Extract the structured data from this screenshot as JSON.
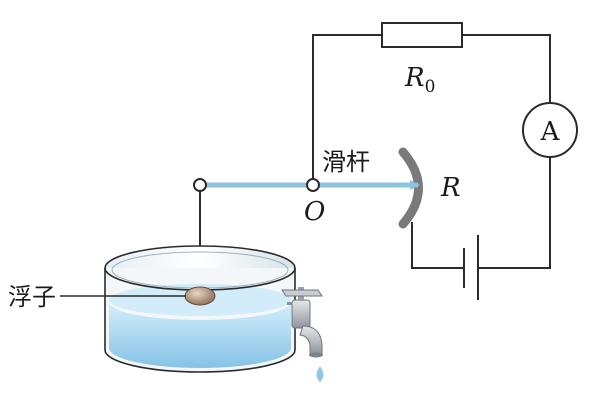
{
  "labels": {
    "resistor_fixed_letter": "R",
    "resistor_fixed_subscript": "0",
    "ammeter": "A",
    "lever": "滑杆",
    "pivot": "O",
    "resistor_variable": "R",
    "float": "浮子"
  },
  "colors": {
    "wire": "#2b2b2b",
    "lever": "#8cc3dd",
    "arc": "#7a7a7a",
    "water_top": "#bfe2f4",
    "water_bottom": "#8fc8e8",
    "float": "#a8876e",
    "faucet": "#9aa0a6",
    "drop": "#8fc8e8"
  }
}
